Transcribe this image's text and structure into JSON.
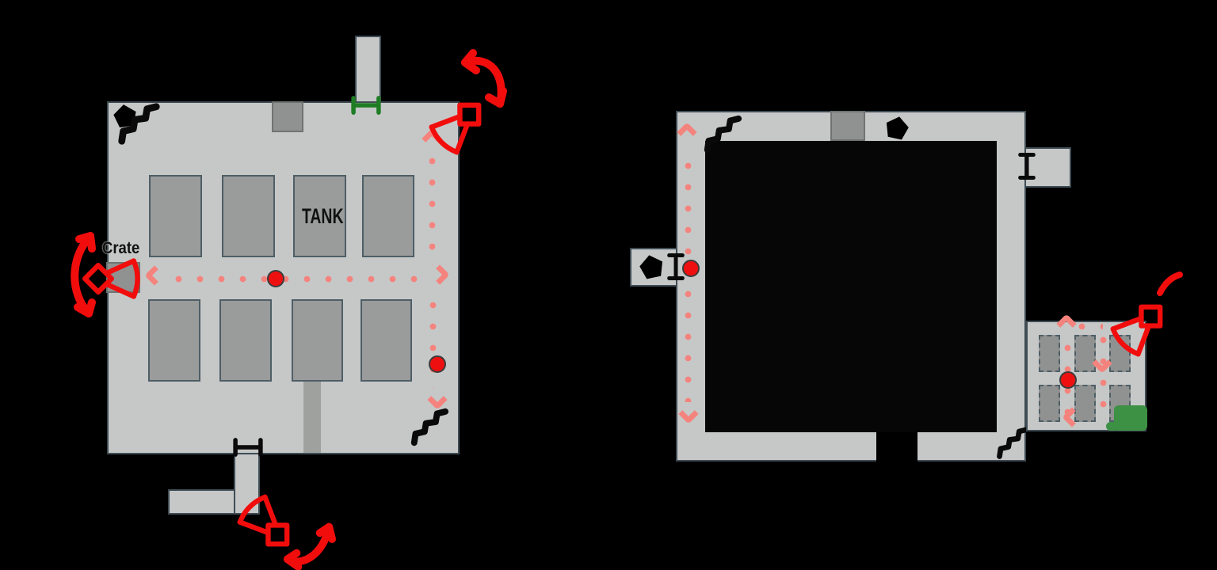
{
  "page": {
    "type": "stealth-game-level-maps",
    "background": "#000000"
  },
  "colors": {
    "background": "#000000",
    "floor": "#c6c8c7",
    "wall": "#3f4c54",
    "block_fill": "#909291",
    "block_border": "#6f7472",
    "tank_fill": "#9a9c9b",
    "tank_border": "#4e5e66",
    "interior": "#060606",
    "patrol": "#f4837e",
    "guard_fill": "#ee1010",
    "guard_border": "#3c3c3c",
    "camera_red": "#f20d0d",
    "pentagon_blue": "#1b1be8",
    "pentagon_border": "#101018",
    "door_green": "#1e7d24",
    "exit_green": "#3c9144",
    "icon_black": "#0a0a0a",
    "label_color": "#111111"
  },
  "left_map": {
    "name": "tank-hall-level",
    "tank_label": "TANK",
    "crate_label": "Crate",
    "tanks_top_row": 4,
    "tanks_bottom_row": 4,
    "markers": {
      "guards": 2,
      "cameras": [
        "corner-top-right",
        "left-wall-at-crate",
        "bottom-entry"
      ],
      "pentagon_items": 1,
      "stairs": [
        "top-left",
        "bottom-right"
      ],
      "doors": [
        "green-door-top-passage",
        "black-door-bottom-passage"
      ]
    }
  },
  "right_map": {
    "name": "vault-hall-level",
    "markers": {
      "guards": 2,
      "cameras": [
        "storeroom-top-right"
      ],
      "pentagon_items": [
        "top-corridor",
        "left-alcove"
      ],
      "stairs": [
        "top-left",
        "bottom-right"
      ],
      "doors": [
        "left-alcove-door",
        "top-right-alcove-door"
      ],
      "exit": "green-exit-pad",
      "storeroom_crates": 6
    }
  }
}
